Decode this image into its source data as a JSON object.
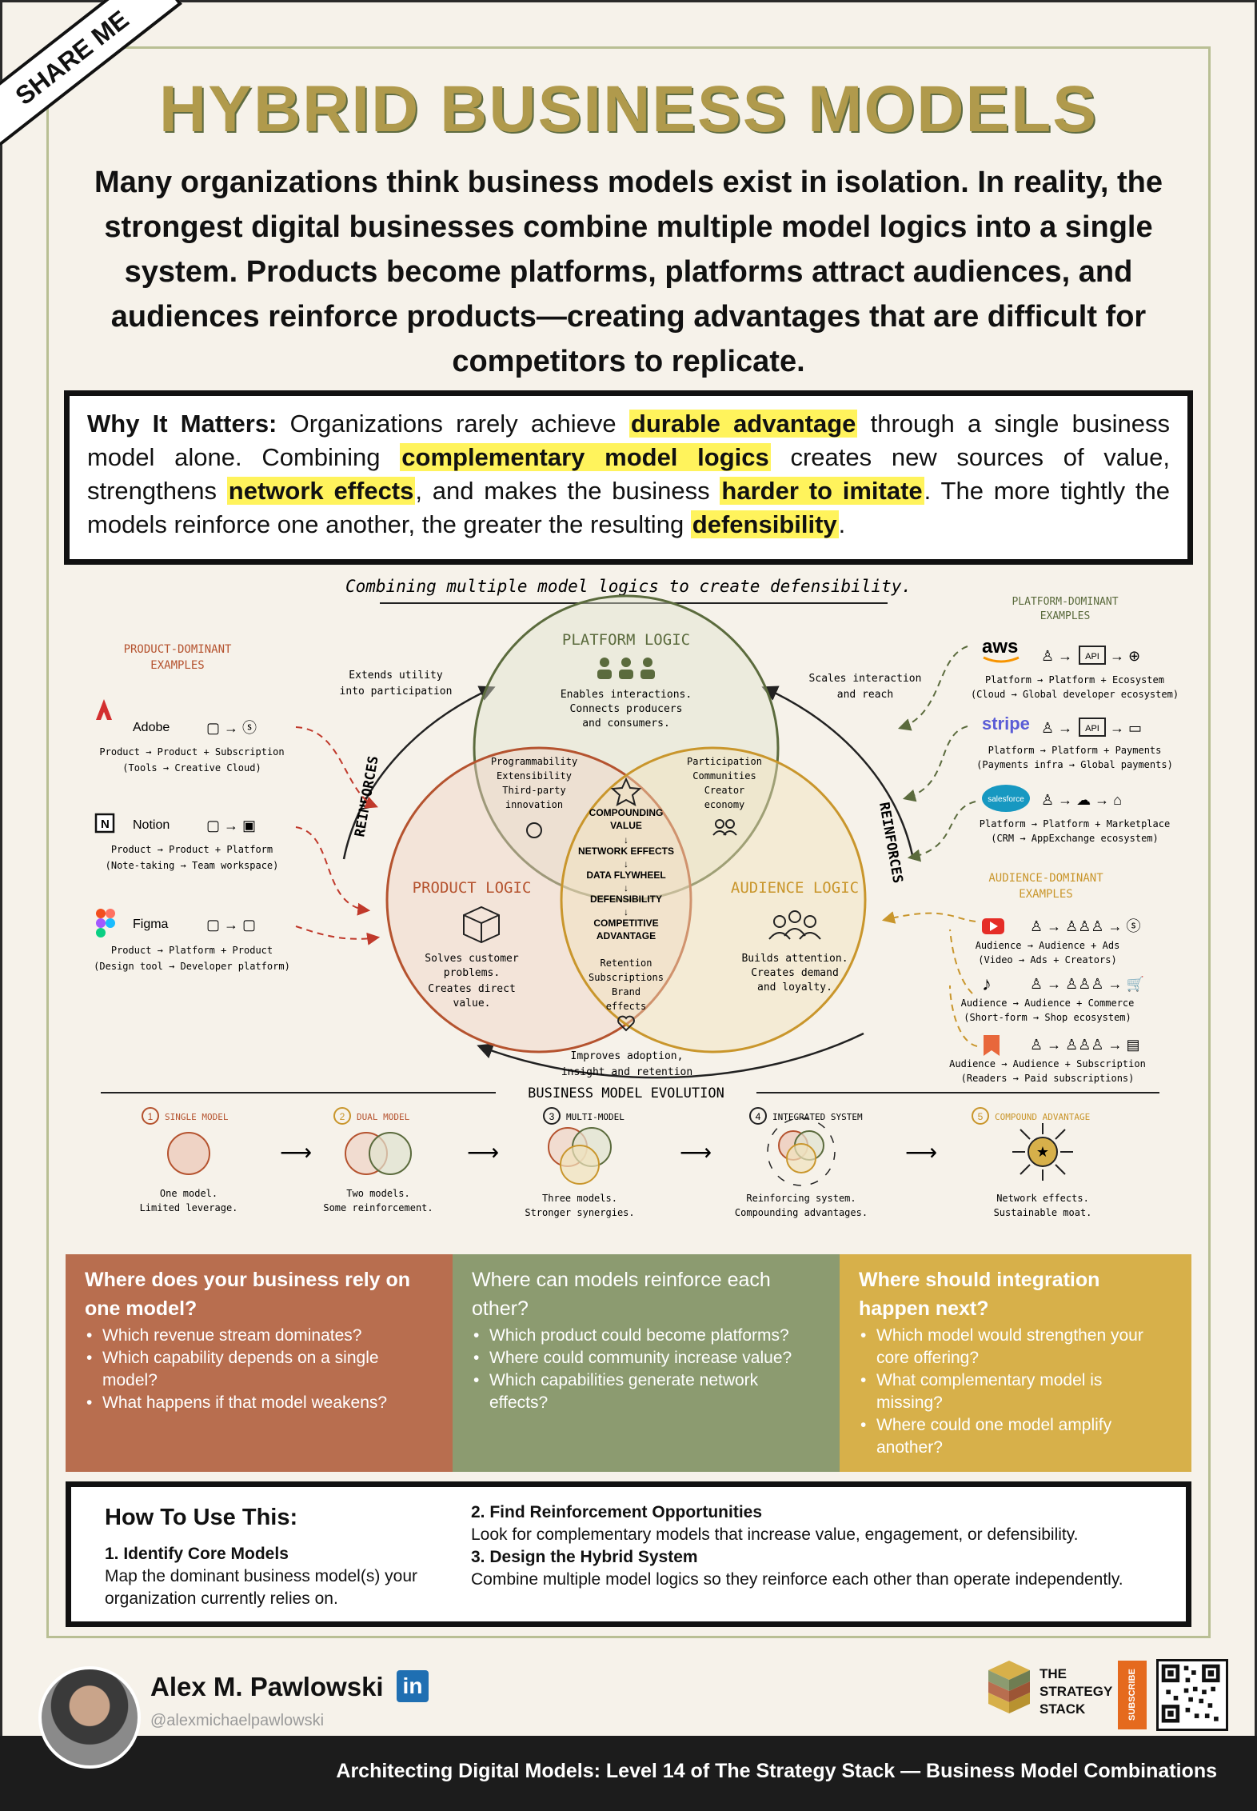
{
  "ribbon": "SHARE ME",
  "title": "HYBRID BUSINESS MODELS",
  "lead": "Many organizations think business models exist in isolation. In reality, the strongest digital businesses combine multiple model logics into a single system. Products become platforms, platforms attract audiences, and audiences reinforce products—creating advantages that are difficult for competitors to replicate.",
  "why": {
    "label": "Why It Matters:",
    "t1": " Organizations rarely achieve ",
    "h1": "durable advantage",
    "t2": " through a single business model alone. Combining ",
    "h2": "complementary model logics",
    "t3": " creates new sources of value, strengthens ",
    "h3": "network effects",
    "t4": ", and makes the business ",
    "h4": "harder to imitate",
    "t5": ". The more tightly the models reinforce one another, the greater the resulting ",
    "h5": "defensibility",
    "t6": "."
  },
  "diagram": {
    "caption": "Combining multiple model logics to create defensibility.",
    "platform": {
      "title": "PLATFORM LOGIC",
      "l1": "Enables interactions.",
      "l2": "Connects producers",
      "l3": "and consumers."
    },
    "product": {
      "title": "PRODUCT LOGIC",
      "l1": "Solves customer",
      "l2": "problems.",
      "l3": "Creates direct",
      "l4": "value."
    },
    "audience": {
      "title": "AUDIENCE LOGIC",
      "l1": "Builds attention.",
      "l2": "Creates demand",
      "l3": "and loyalty."
    },
    "pp": {
      "l1": "Programmability",
      "l2": "Extensibility",
      "l3": "Third-party",
      "l4": "innovation"
    },
    "pa": {
      "l1": "Participation",
      "l2": "Communities",
      "l3": "Creator",
      "l4": "economy"
    },
    "prod_aud": {
      "l1": "Retention",
      "l2": "Subscriptions",
      "l3": "Brand",
      "l4": "effects"
    },
    "center": {
      "l1": "COMPOUNDING",
      "l2": "VALUE",
      "l3": "NETWORK EFFECTS",
      "l4": "DATA FLYWHEEL",
      "l5": "DEFENSIBILITY",
      "l6": "COMPETITIVE",
      "l7": "ADVANTAGE"
    },
    "arrow_left": {
      "l1": "Extends utility",
      "l2": "into participation"
    },
    "arrow_right": {
      "l1": "Scales interaction",
      "l2": "and reach"
    },
    "arrow_bottom": {
      "l1": "Improves adoption,",
      "l2": "insight and retention"
    },
    "reinforces": "REINFORCES",
    "product_examples": {
      "title1": "PRODUCT-DOMINANT",
      "title2": "EXAMPLES",
      "items": [
        {
          "name": "Adobe",
          "l1": "Product → Product + Subscription",
          "l2": "(Tools → Creative Cloud)"
        },
        {
          "name": "Notion",
          "l1": "Product → Product + Platform",
          "l2": "(Note-taking → Team workspace)"
        },
        {
          "name": "Figma",
          "l1": "Product → Platform + Product",
          "l2": "(Design tool → Developer platform)"
        }
      ]
    },
    "platform_examples": {
      "title1": "PLATFORM-DOMINANT",
      "title2": "EXAMPLES",
      "items": [
        {
          "name": "aws",
          "l1": "Platform → Platform + Ecosystem",
          "l2": "(Cloud → Global developer ecosystem)"
        },
        {
          "name": "stripe",
          "l1": "Platform → Platform + Payments",
          "l2": "(Payments infra → Global payments)"
        },
        {
          "name": "salesforce",
          "l1": "Platform → Platform + Marketplace",
          "l2": "(CRM → AppExchange ecosystem)"
        }
      ]
    },
    "audience_examples": {
      "title1": "AUDIENCE-DOMINANT",
      "title2": "EXAMPLES",
      "items": [
        {
          "l1": "Audience → Audience + Ads",
          "l2": "(Video → Ads + Creators)"
        },
        {
          "l1": "Audience → Audience + Commerce",
          "l2": "(Short-form → Shop ecosystem)"
        },
        {
          "l1": "Audience → Audience + Subscription",
          "l2": "(Readers → Paid subscriptions)"
        }
      ]
    },
    "api": "API",
    "evolution": {
      "title": "BUSINESS MODEL EVOLUTION",
      "steps": [
        {
          "n": "1",
          "label": "SINGLE MODEL",
          "l1": "One model.",
          "l2": "Limited leverage."
        },
        {
          "n": "2",
          "label": "DUAL MODEL",
          "l1": "Two models.",
          "l2": "Some reinforcement."
        },
        {
          "n": "3",
          "label": "MULTI-MODEL",
          "l1": "Three models.",
          "l2": "Stronger synergies."
        },
        {
          "n": "4",
          "label": "INTEGRATED SYSTEM",
          "l1": "Reinforcing system.",
          "l2": "Compounding advantages."
        },
        {
          "n": "5",
          "label": "COMPOUND ADVANTAGE",
          "l1": "Network effects.",
          "l2": "Sustainable moat."
        }
      ]
    }
  },
  "boxes": [
    {
      "title": "Where does your business rely on one model?",
      "items": [
        "Which revenue stream dominates?",
        "Which capability depends on a single model?",
        "What happens if that model weakens?"
      ]
    },
    {
      "title": "Where can models reinforce each other?",
      "items": [
        "Which product could become platforms?",
        "Where could community increase value?",
        "Which capabilities generate network effects?"
      ]
    },
    {
      "title": "Where should integration happen next?",
      "items": [
        "Which model would strengthen your core offering?",
        "What complementary model is missing?",
        "Where could one model amplify another?"
      ]
    }
  ],
  "how": {
    "heading": "How To Use This:",
    "s1_title": "1. Identify Core Models",
    "s1_desc": "Map the dominant business model(s) your organization currently relies on.",
    "s2_title": "2. Find Reinforcement Opportunities",
    "s2_desc": "Look for complementary models that increase value, engagement, or defensibility.",
    "s3_title": "3. Design the Hybrid System",
    "s3_desc": "Combine multiple model logics so they reinforce each other than operate independently."
  },
  "author": {
    "name": "Alex M. Pawlowski",
    "handle": "@alexmichaelpawlowski",
    "linkedin": "in"
  },
  "brand": {
    "l1": "THE",
    "l2": "STRATEGY",
    "l3": "STACK",
    "subscribe": "SUBSCRIBE"
  },
  "footer": "Architecting Digital Models: Level 14 of The Strategy Stack — Business Model Combinations",
  "colors": {
    "product": "#b5532f",
    "platform": "#5b6b3d",
    "audience": "#c9962c",
    "olive": "#8c9b70",
    "terracotta": "#b86e4f",
    "mustard": "#d7b04a"
  }
}
